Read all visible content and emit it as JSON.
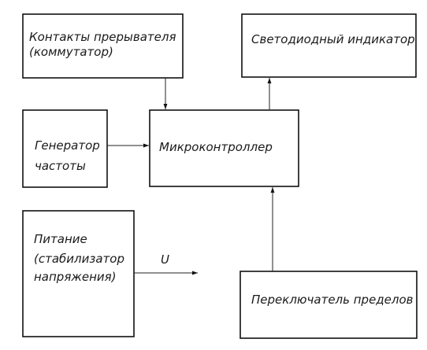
{
  "blocks": {
    "contacts": {
      "line1": "Контакты прерывателя",
      "line2": "(коммутатор)"
    },
    "led": {
      "label": "Светодиодный индикатор"
    },
    "generator": {
      "line1": "Генератор",
      "line2": "частоты"
    },
    "mcu": {
      "label": "Микроконтроллер"
    },
    "power": {
      "line1": "Питание",
      "line2": "(стабилизатор",
      "line3": "напряжения)"
    },
    "switch": {
      "label": "Переключатель пределов"
    }
  },
  "connections": {
    "power_output": {
      "label": "U"
    }
  }
}
